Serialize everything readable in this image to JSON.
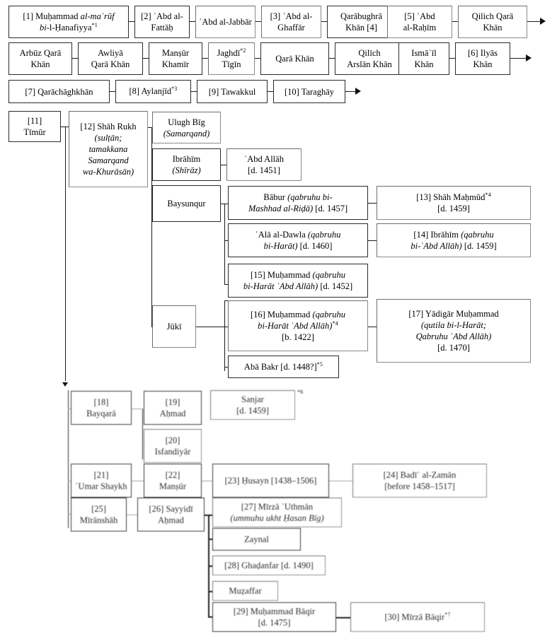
{
  "chart_data": {
    "type": "diagram",
    "title": "Genealogical table of the Timurid line",
    "subtype": "genealogy-tree",
    "layout": "left-to-right generational rows with boustrophedon top band",
    "footnote_markers": [
      "*1",
      "*2",
      "*3",
      "*4",
      "*5",
      "*6",
      "*7"
    ],
    "numbered_entries": 30
  },
  "generations": {
    "band1": {
      "row1": [
        {
          "id": "n1",
          "num": "[1]",
          "name": "Muḥammad ",
          "name_it": "al-maʿrūf",
          "name2_it": "bi",
          "name2": "-l-Ḥanafiyya",
          "sup": "*1",
          "display": "[1] Muḥammad al-maʿrūf bi-l-Ḥanafiyya*1"
        },
        {
          "id": "n2",
          "num": "[2]",
          "display": "[2] ʿAbd al-Fattāḥ"
        },
        {
          "id": "n3",
          "display": "ʿAbd al-Jabbār"
        },
        {
          "id": "n4",
          "num": "[3]",
          "display": "[3] ʿAbd al-Ghaffār"
        },
        {
          "id": "n5",
          "display": "Qarābughrā Khān [4]"
        },
        {
          "id": "n6",
          "num": "[5]",
          "display": "[5] ʿAbd al-Raḥīm"
        },
        {
          "id": "n7",
          "display": "Qilich Qarā Khān"
        }
      ],
      "row2": [
        {
          "id": "n8",
          "display": "Arbūz Qarā Khān"
        },
        {
          "id": "n9",
          "display": "Awliyā Qarā Khān"
        },
        {
          "id": "n10",
          "display": "Manṣūr Khamīr"
        },
        {
          "id": "n11",
          "display": "Jaghdī*2 Tīgīn",
          "sup": "*2"
        },
        {
          "id": "n12",
          "display": "Qarā Khān"
        },
        {
          "id": "n13",
          "display": "Qilīch Arslān Khān"
        },
        {
          "id": "n14",
          "display": "Ismāʿīl Khān"
        },
        {
          "id": "n15",
          "num": "[6]",
          "display": "[6] Ilyās Khān"
        }
      ],
      "row3": [
        {
          "id": "n16",
          "num": "[7]",
          "display": "[7] Qarāchāghkhān"
        },
        {
          "id": "n17",
          "num": "[8]",
          "display": "[8] Aylanjīd*3",
          "sup": "*3"
        },
        {
          "id": "n18",
          "num": "[9]",
          "display": "[9] Tawakkul"
        },
        {
          "id": "n19",
          "num": "[10]",
          "display": "[10] Taraghāy"
        }
      ]
    },
    "band2": {
      "timur": {
        "id": "n20",
        "num": "[11]",
        "display": "[11] Tīmūr"
      },
      "shahrukh": {
        "id": "n21",
        "num": "[12]",
        "line1": "[12] Shāh Rukh",
        "line2": "(sulṭān;",
        "line3": "tamakkana",
        "line4": "Samarqand",
        "line5": "wa-Khurāsān)"
      },
      "children": [
        {
          "id": "n22",
          "line1": "Ulugh Bīg",
          "line2": "(Samarqand)"
        },
        {
          "id": "n23",
          "line1": "Ibrāhīm",
          "line2": "(Shīrāz)"
        },
        {
          "id": "n24",
          "line1": "Baysunqur"
        },
        {
          "id": "n25",
          "line1": "Jūkī"
        }
      ],
      "grandchildren": [
        {
          "id": "n26",
          "display": "ʿAbd Allāh [d. 1451]",
          "line1": "ʿAbd Allāh",
          "line2": "[d. 1451]"
        },
        {
          "id": "n27",
          "line1": "Bābur (qabruhu bi-",
          "line2": "Mashhad al-Riḍā) [d. 1457]",
          "display": "Bābur (qabruhu bi-Mashhad al-Riḍā) [d. 1457]"
        },
        {
          "id": "n28",
          "line1": "ʿAlā al-Dawla (qabruhu",
          "line2": "bi-Harāt) [d. 1460]",
          "display": "ʿAlā al-Dawla (qabruhu bi-Harāt) [d. 1460]"
        },
        {
          "id": "n29",
          "num": "[15]",
          "line1": "[15] Muḥammad (qabruhu",
          "line2": "bi-Harāt ʿAbd Allāh) [d. 1452]",
          "display": "[15] Muḥammad (qabruhu bi-Harāt ʿAbd Allāh) [d. 1452]"
        },
        {
          "id": "n30",
          "num": "[16]",
          "line1": "[16] Muḥammad (qabruhu",
          "line2": "bi-Harāt ʿAbd Allāh)*4",
          "line3": "[b. 1422]",
          "sup": "*4"
        },
        {
          "id": "n31",
          "display": "Abā Bakr [d. 1448?]*5",
          "sup": "*5"
        }
      ],
      "greatgrandchildren": [
        {
          "id": "n32",
          "num": "[13]",
          "line1": "[13] Shāh Maḥmūd*4",
          "line2": "[d. 1459]",
          "sup": "*4"
        },
        {
          "id": "n33",
          "num": "[14]",
          "line1": "[14] Ibrāhīm (qabruhu",
          "line2": "bi-ʿAbd Allāh) [d. 1459]"
        },
        {
          "id": "n34",
          "num": "[17]",
          "line1": "[17] Yādigār Muḥammad",
          "line2": "(qutila bi-l-Harāt;",
          "line3": "Qabruhu ʿAbd Allāh)",
          "line4": "[d. 1470]"
        }
      ]
    },
    "band3": {
      "nodes": [
        {
          "id": "n35",
          "num": "[18]",
          "line1": "[18]",
          "line2": "Bayqarā"
        },
        {
          "id": "n36",
          "num": "[19]",
          "line1": "[19]",
          "line2": "Aḥmad"
        },
        {
          "id": "n37",
          "line1": "Sanjar",
          "line2": "[d. 1459]",
          "sup": "*6"
        },
        {
          "id": "n38",
          "num": "[20]",
          "line1": "[20]",
          "line2": "Isfandiyār"
        },
        {
          "id": "n39",
          "num": "[21]",
          "line1": "[21]",
          "line2": "ʿUmar Shaykh"
        },
        {
          "id": "n40",
          "num": "[22]",
          "line1": "[22]",
          "line2": "Manṣūr"
        },
        {
          "id": "n41",
          "num": "[23]",
          "line1": "[23] Ḥusayn [1438–1506]"
        },
        {
          "id": "n42",
          "num": "[24]",
          "line1": "[24] Badīʿ al-Zamān",
          "line2": "[before 1458–1517]"
        },
        {
          "id": "n43",
          "num": "[25]",
          "line1": "[25]",
          "line2": "Mīrānshāh"
        },
        {
          "id": "n44",
          "num": "[26]",
          "line1": "[26] Sayyidī",
          "line2": "Aḥmad"
        },
        {
          "id": "n45",
          "num": "[27]",
          "line1": "[27] Mīrzā ʿUthmān",
          "line2": "(ummuhu ukht Ḥasan Bīg)"
        },
        {
          "id": "n46",
          "line1": "Zaynal"
        },
        {
          "id": "n47",
          "num": "[28]",
          "line1": "[28] Ghaḍanfar [d. 1490]"
        },
        {
          "id": "n48",
          "line1": "Muẓaffar"
        },
        {
          "id": "n49",
          "num": "[29]",
          "line1": "[29] Muḥammad Bāqir",
          "line2": "[d. 1475]"
        },
        {
          "id": "n50",
          "num": "[30]",
          "line1": "[30] Mīrzā Bāqir*7",
          "sup": "*7"
        }
      ]
    }
  }
}
